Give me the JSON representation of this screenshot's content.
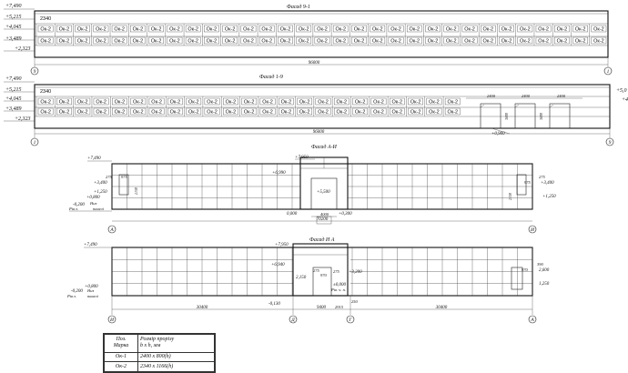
{
  "elevation_1": {
    "title": "Фасад 9-1",
    "levels": [
      "+7,490",
      "+5,215",
      "+4,045",
      "+3,489",
      "+2,323"
    ],
    "dimension": "96000",
    "dim_top": "2340",
    "axis_left": "9",
    "axis_right": "1",
    "window_tags": [
      "Ок-1",
      "Ок-2"
    ]
  },
  "elevation_2": {
    "title": "Фасад 1-9",
    "levels": [
      "+7,490",
      "+5,215",
      "+4,045",
      "+3,489",
      "+2,323"
    ],
    "levels_right": [
      "+5,0",
      "+4"
    ],
    "dimension": "96000",
    "dim_top": "2340",
    "gate_dims": [
      "2400",
      "2400",
      "2400"
    ],
    "gate_height": "3600",
    "gate_level": "+0,900",
    "axis_left": "1",
    "axis_right": "9"
  },
  "elevation_3": {
    "title": "Фасад А-И",
    "levels_left": [
      "+7,490",
      "+3,400",
      "+1,250",
      "+0,800",
      "-0,200"
    ],
    "small_dims_left": [
      "275",
      "975"
    ],
    "small_dims_right": [
      "275",
      "975"
    ],
    "levels_right": [
      "+3,400",
      "+1,250"
    ],
    "level_top_center": "+7,950",
    "level_mid_center": "+6,990",
    "level_door": "+5,500",
    "level_0": "0,000",
    "level_0300": "+0,300",
    "door_width": "4000",
    "total": "70200",
    "vert_left": "2150",
    "vert_right": "2150",
    "note_left": [
      "Низ",
      "панелі",
      "Рів.з."
    ],
    "axis_left": "А",
    "axis_right": "И"
  },
  "elevation_4": {
    "title": "Фасад И  А",
    "levels_left": [
      "+7,490",
      "+0,800",
      "-0,200"
    ],
    "note_left": [
      "Низ",
      "панелі",
      "Рів.з."
    ],
    "level_top_center": "+7,950",
    "level_mid_center": "+6,940",
    "level_door": "+3,200",
    "level_2150": "2,150",
    "level_0000": "±0,000",
    "dims_door": [
      "275",
      "970",
      "2915",
      "250"
    ],
    "dims_right": [
      "390",
      "970",
      "2,600",
      "1,250"
    ],
    "level_neg": "-0,130",
    "level_entrance": "Рів. ч. п.",
    "bottom_dims": [
      "30400",
      "9400",
      "30400"
    ],
    "axes": [
      "И",
      "Д",
      "Г",
      "А"
    ]
  },
  "table": {
    "header_col1": [
      "Поз.",
      "Марка"
    ],
    "header_col2": [
      "Розмір прорізу",
      "b x h,  мм"
    ],
    "rows": [
      {
        "mark": "Ок-1",
        "size": "2400 x 800(h)"
      },
      {
        "mark": "Ок-2",
        "size": "2340 x 1166(h)"
      }
    ]
  }
}
